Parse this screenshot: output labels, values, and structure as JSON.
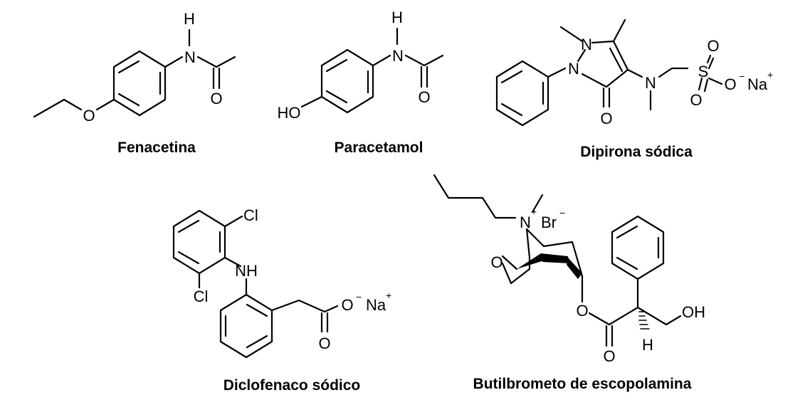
{
  "molecules": {
    "fenacetina": {
      "caption": "Fenacetina",
      "atoms": {
        "h": "H",
        "n": "N",
        "o_carbonyl": "O",
        "o_ether": "O"
      }
    },
    "paracetamol": {
      "caption": "Paracetamol",
      "atoms": {
        "h": "H",
        "n": "N",
        "o_carbonyl": "O",
        "ho": "HO"
      }
    },
    "dipirona": {
      "caption": "Dipirona sódica",
      "atoms": {
        "n1": "N",
        "n2": "N",
        "n3": "N",
        "o_ring": "O",
        "s": "S",
        "o1": "O",
        "o2": "O",
        "o_minus": "O",
        "minus": "−",
        "na": "Na",
        "plus": "+"
      }
    },
    "diclofenaco": {
      "caption": "Diclofenaco sódico",
      "atoms": {
        "cl1": "Cl",
        "nh": "NH",
        "cl2": "Cl",
        "o_minus": "O",
        "minus": "−",
        "na": "Na",
        "plus": "+",
        "o_carbonyl": "O"
      }
    },
    "butilbrometo": {
      "caption": "Butilbrometo de escopolamina",
      "atoms": {
        "n": "N",
        "n_plus": "+",
        "br": "Br",
        "br_minus": "−",
        "o_epoxide": "O",
        "o_ester": "O",
        "o_carbonyl": "O",
        "oh": "OH",
        "h": "H"
      }
    }
  }
}
